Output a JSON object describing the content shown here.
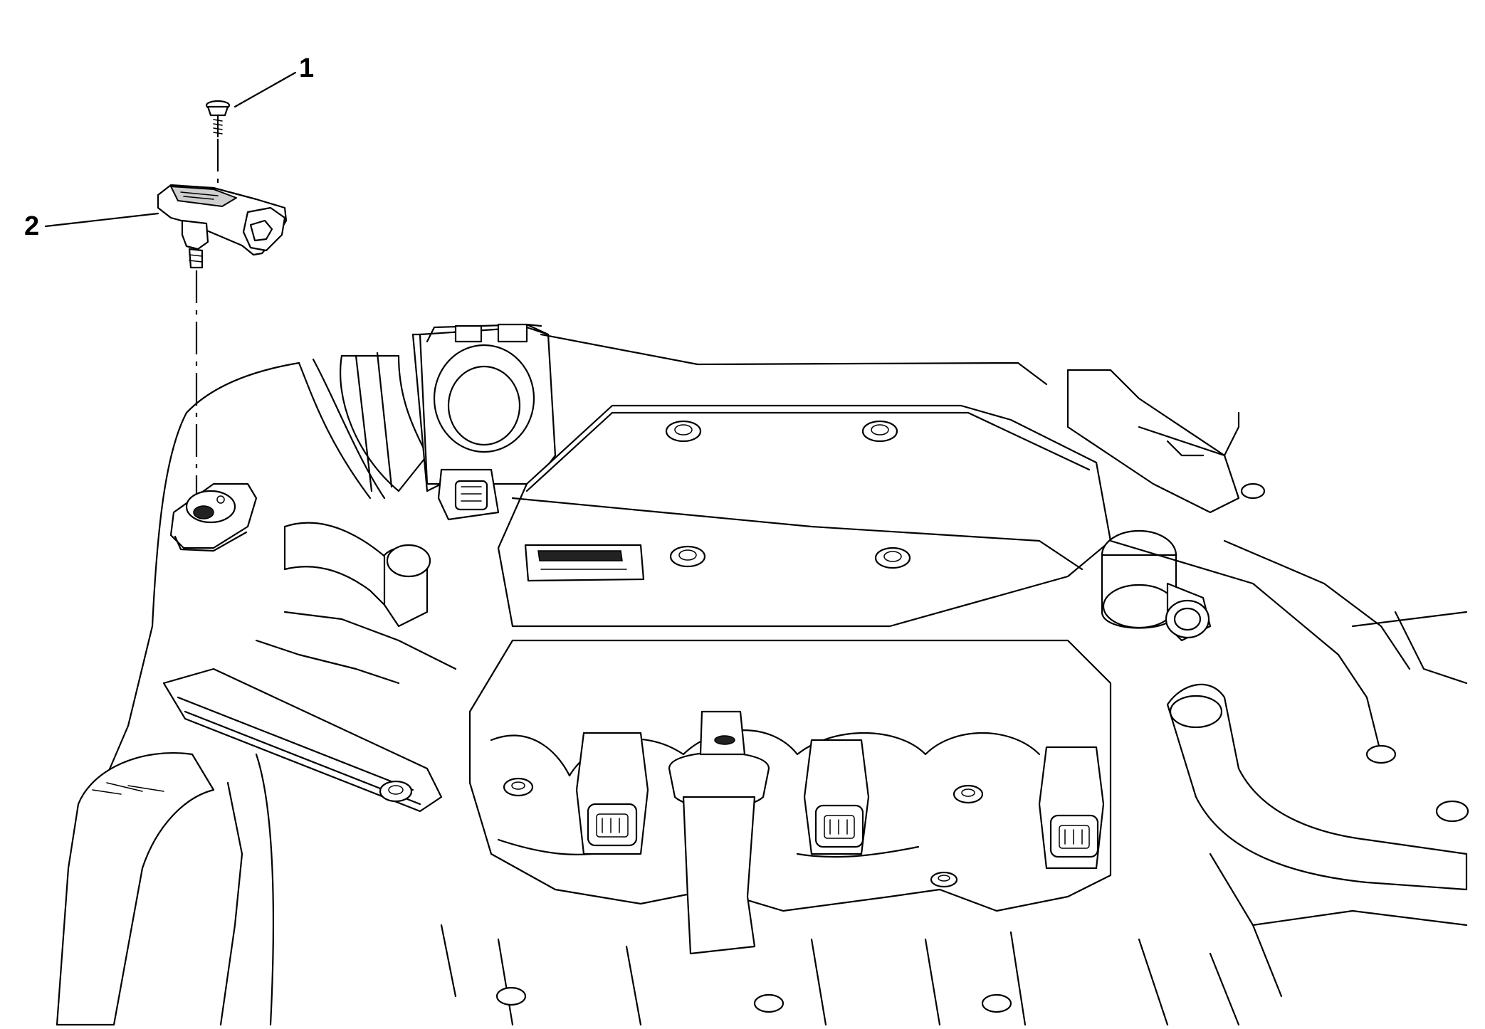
{
  "callouts": [
    {
      "id": "1",
      "label": "1",
      "part": "bolt"
    },
    {
      "id": "2",
      "label": "2",
      "part": "sensor"
    }
  ],
  "icons": [
    "bolt-icon",
    "pressure-sensor-icon",
    "engine-illustration"
  ],
  "colors": {
    "line": "#000000",
    "background": "#ffffff",
    "shade": "#cfcfcf"
  }
}
